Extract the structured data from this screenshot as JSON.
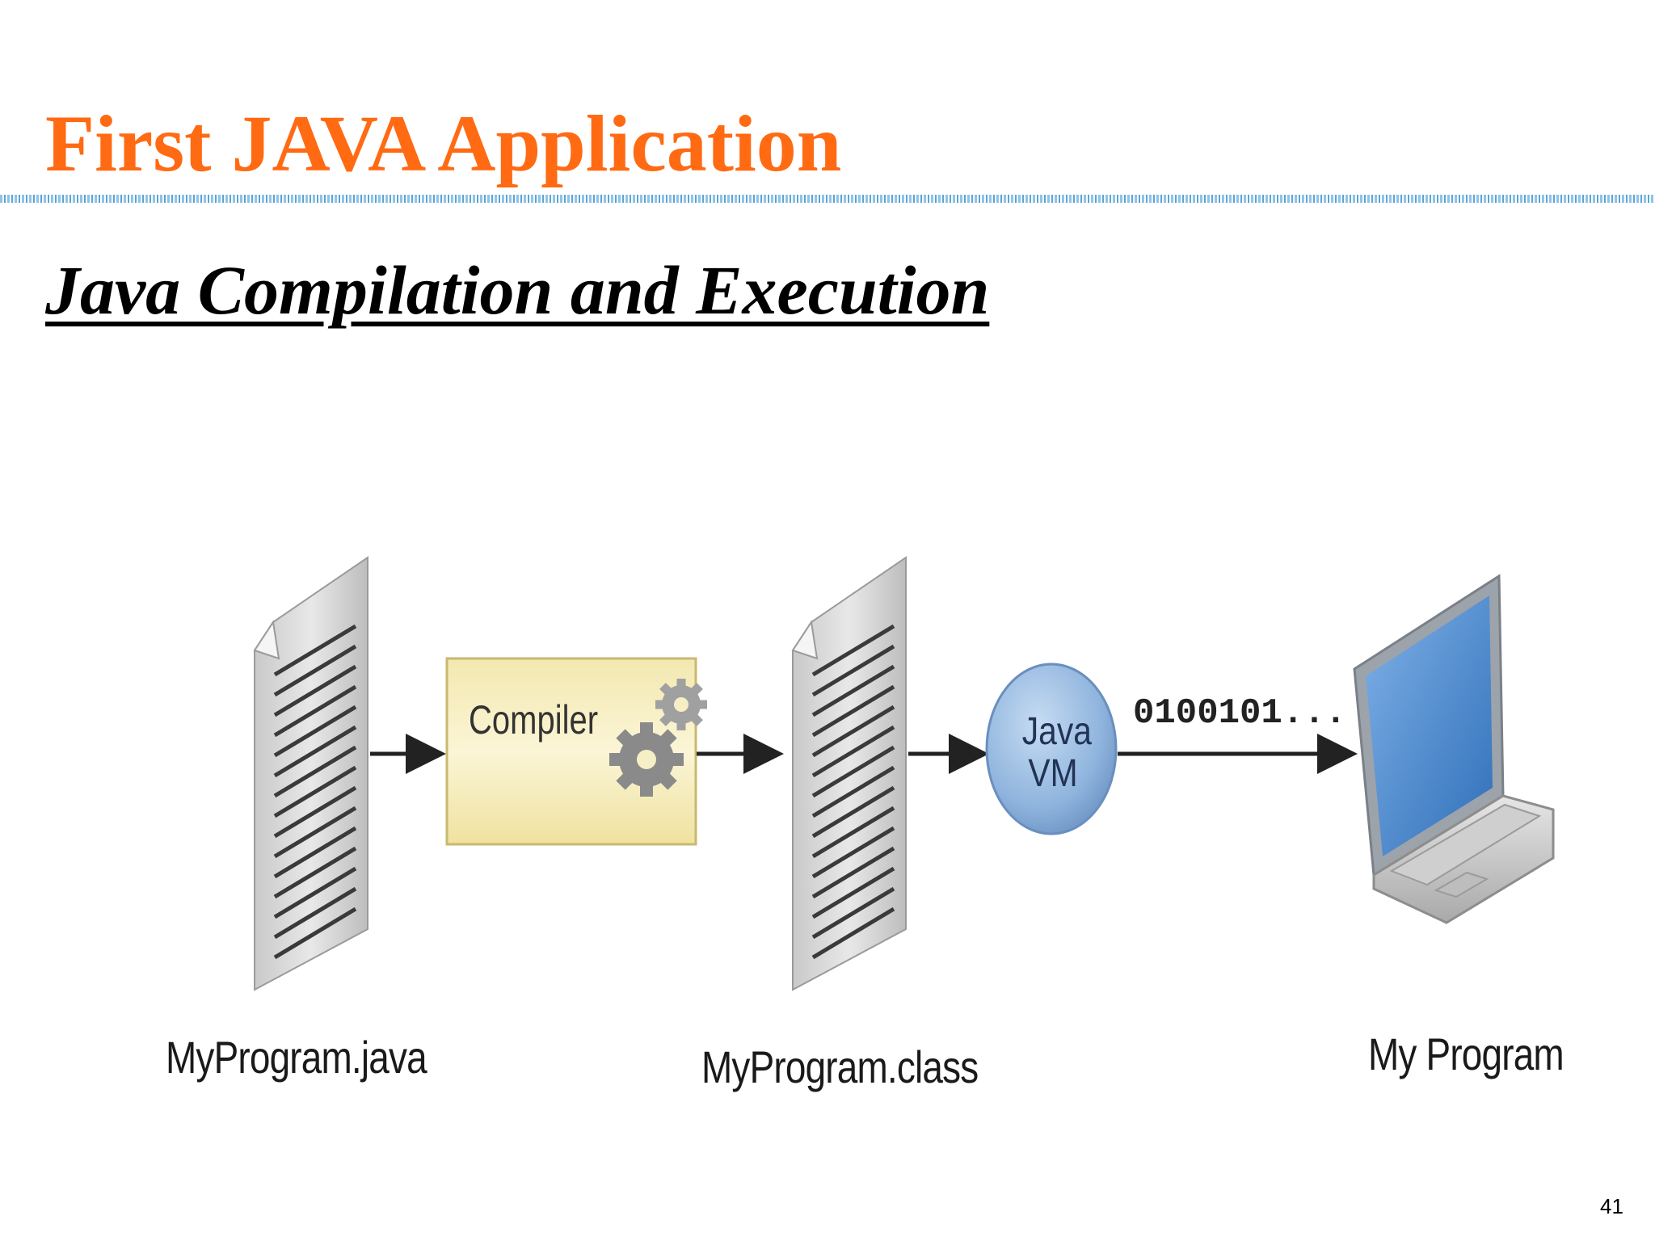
{
  "slide": {
    "title": "First JAVA Application",
    "subtitle": "Java Compilation and Execution",
    "page_number": "41"
  },
  "diagram": {
    "compiler_label": "Compiler",
    "jvm_label_line1": "Java",
    "jvm_label_line2": "VM",
    "binary_label": "0100101...",
    "source_file_caption": "MyProgram.java",
    "class_file_caption": "MyProgram.class",
    "program_caption": "My Program"
  },
  "colors": {
    "title": "#ff6a13",
    "compiler_box": "#f7efc0",
    "jvm_circle": "#8fb4dd"
  },
  "icons": [
    "document-icon",
    "gears-icon",
    "laptop-icon"
  ]
}
